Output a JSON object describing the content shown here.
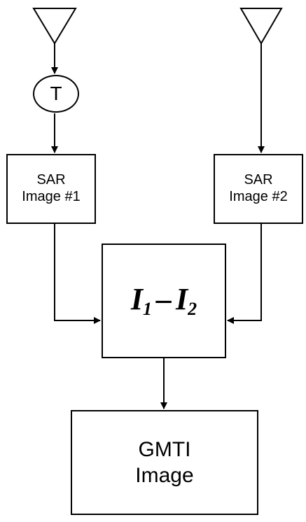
{
  "diagram": {
    "transmit_label": "T",
    "sar_image_1": {
      "line1": "SAR",
      "line2": "Image #1"
    },
    "sar_image_2": {
      "line1": "SAR",
      "line2": "Image #2"
    },
    "difference": {
      "term1": "I",
      "sub1": "1",
      "operator": "–",
      "term2": "I",
      "sub2": "2"
    },
    "gmti_image": {
      "line1": "GMTI",
      "line2": "Image"
    }
  }
}
